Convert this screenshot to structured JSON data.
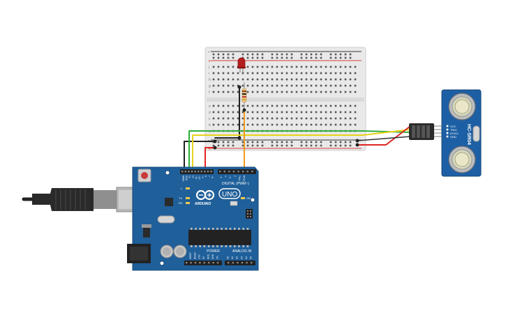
{
  "board": {
    "logo": "UNO",
    "brand": "ARDUINO",
    "digital_header": "DIGITAL (PWM~)",
    "power_header": "POWER",
    "analog_header": "ANALOG IN",
    "led_labels": [
      "L",
      "TX",
      "RX",
      "ON"
    ],
    "top_pins": [
      "AREF",
      "GND",
      "13",
      "12",
      "~11",
      "~10",
      "~9",
      "8",
      "7",
      "~6",
      "~5",
      "4",
      "~3",
      "2",
      "TX▸1",
      "RX◂0"
    ],
    "power_pins": [
      "IOREF",
      "RESET",
      "3.3V",
      "5V",
      "GND",
      "GND",
      "Vin"
    ],
    "analog_pins": [
      "A0",
      "A1",
      "A2",
      "A3",
      "A4",
      "A5"
    ]
  },
  "sensor": {
    "model": "HC-SR04",
    "pin_labels": [
      "VCC",
      "TRIG",
      "ECHO",
      "GND"
    ]
  },
  "breadboard": {
    "row_letters": [
      "j",
      "i",
      "h",
      "g",
      "f",
      "e",
      "d",
      "c",
      "b",
      "a"
    ],
    "rail_signs": [
      "-",
      "+",
      "-",
      "+"
    ]
  },
  "colors": {
    "board": "#1f5f9a",
    "board_dark": "#174a7a",
    "breadboard": "#e9e9e9",
    "rail_red": "#d23a3a",
    "rail_black": "#333333",
    "wire_black": "#222222",
    "wire_green": "#2fae3c",
    "wire_yellow": "#e8d21a",
    "wire_orange": "#f29a18",
    "wire_red": "#e12424",
    "led": "#b41e1e",
    "resistor": "#e6c28a",
    "sensor": "#1d5fa4"
  }
}
